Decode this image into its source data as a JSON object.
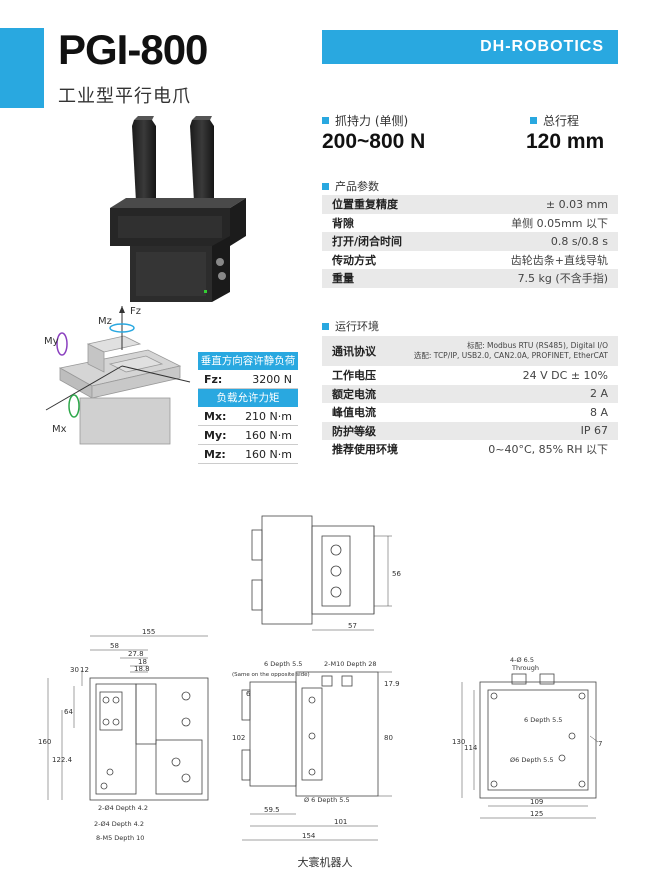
{
  "header": {
    "model": "PGI-800",
    "subtitle": "工业型平行电爪",
    "brand": "DH-ROBOTICS"
  },
  "key_specs": {
    "force_label": "抓持力 (单侧)",
    "force_value": "200~800 N",
    "stroke_label": "总行程",
    "stroke_value": "120 mm"
  },
  "product_params": {
    "title": "产品参数",
    "rows": [
      {
        "k": "位置重复精度",
        "v": "± 0.03 mm"
      },
      {
        "k": "背隙",
        "v": "单侧 0.05mm 以下"
      },
      {
        "k": "打开/闭合时间",
        "v": "0.8 s/0.8 s"
      },
      {
        "k": "传动方式",
        "v": "齿轮齿条+直线导轨"
      },
      {
        "k": "重量",
        "v": "7.5 kg (不含手指)"
      }
    ]
  },
  "env": {
    "title": "运行环境",
    "comm_label": "通讯协议",
    "comm_line1": "标配: Modbus RTU (RS485), Digital I/O",
    "comm_line2": "选配: TCP/IP, USB2.0, CAN2.0A, PROFINET, EtherCAT",
    "rows": [
      {
        "k": "工作电压",
        "v": "24 V DC ± 10%"
      },
      {
        "k": "额定电流",
        "v": "2 A"
      },
      {
        "k": "峰值电流",
        "v": "8 A"
      },
      {
        "k": "防护等级",
        "v": "IP 67"
      },
      {
        "k": "推荐使用环境",
        "v": "0~40°C, 85% RH 以下"
      }
    ]
  },
  "load": {
    "vert_title": "垂直方向容许静负荷",
    "fz_label": "Fz:",
    "fz_value": "3200 N",
    "moment_title": "负载允许力矩",
    "rows": [
      {
        "k": "Mx:",
        "v": "210 N·m"
      },
      {
        "k": "My:",
        "v": "160 N·m"
      },
      {
        "k": "Mz:",
        "v": "160 N·m"
      }
    ]
  },
  "axes_labels": {
    "fz": "Fz",
    "mz": "Mz",
    "my": "My",
    "mx": "Mx"
  },
  "drawing": {
    "top": {
      "d56": "56",
      "d57": "57"
    },
    "front": {
      "d155": "155",
      "d58": "58",
      "d27_8": "27.8",
      "d18": "18",
      "d18_8": "18.8",
      "d30": "30",
      "d12": "12",
      "d64": "64",
      "d160": "160",
      "d122_4": "122.4",
      "n1": "2-Ø4 Depth 4.2",
      "n2": "2-Ø4 Depth 4.2",
      "n3": "8-M5 Depth 10"
    },
    "side": {
      "n1": "6 Depth 5.5",
      "n2": "(Same on the opposite side)",
      "n3": "2-M10 Depth 28",
      "d17_9": "17.9",
      "d6": "6",
      "d102": "102",
      "d80": "80",
      "n4": "Ø 6 Depth 5.5",
      "d59_5": "59.5",
      "d101": "101",
      "d154": "154"
    },
    "rear": {
      "n1": "4-Ø 6.5",
      "n2": "Through",
      "n3": "6 Depth 5.5",
      "n4": "Ø6 Depth 5.5",
      "d130": "130",
      "d114": "114",
      "d7": "7",
      "d109": "109",
      "d125": "125"
    }
  },
  "footer": {
    "company": "大寰机器人"
  },
  "colors": {
    "accent": "#29a8e0",
    "gripper": "#2a2a2a",
    "stripe": "#e9e9e9"
  }
}
